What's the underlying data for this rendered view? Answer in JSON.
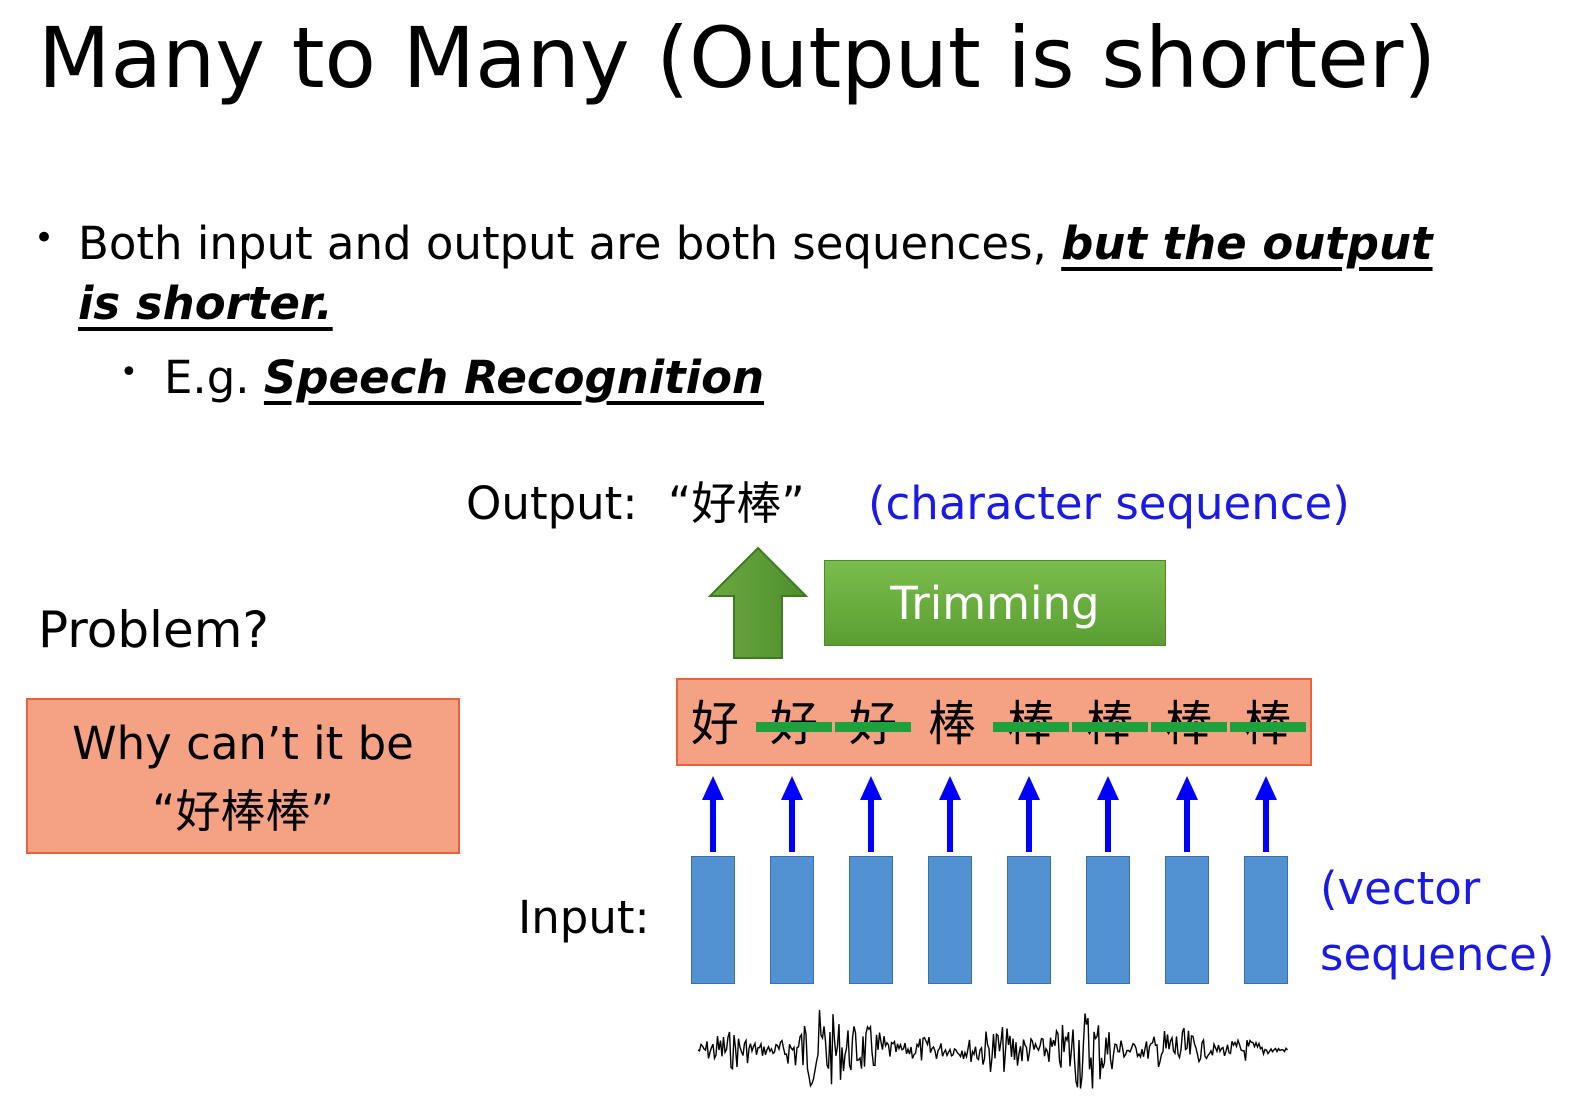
{
  "slide": {
    "title": "Many to Many (Output is shorter)",
    "bullet1": {
      "text": "Both input and output are both sequences, ",
      "emphasis": "but the output is shorter."
    },
    "bullet2": {
      "prefix": "E.g. ",
      "emphasis": "Speech Recognition"
    }
  },
  "problem": {
    "label": "Problem?",
    "box_line1": "Why can’t it be",
    "box_line2": "“好棒棒”"
  },
  "diagram": {
    "output_label": "Output:",
    "output_value": "“好棒”",
    "output_note": "(character sequence)",
    "trimming_label": "Trimming",
    "frame_chars": [
      {
        "char": "好",
        "struck": false
      },
      {
        "char": "好",
        "struck": true
      },
      {
        "char": "好",
        "struck": true
      },
      {
        "char": "棒",
        "struck": false
      },
      {
        "char": "棒",
        "struck": true
      },
      {
        "char": "棒",
        "struck": true
      },
      {
        "char": "棒",
        "struck": true
      },
      {
        "char": "棒",
        "struck": true
      }
    ],
    "input_label": "Input:",
    "vector_note_line1": "(vector",
    "vector_note_line2": "sequence)",
    "colors": {
      "box_fill": "#f4a184",
      "box_border": "#e8623c",
      "trim_green": "#5a9e33",
      "strike_green": "#1ea03c",
      "arrow_blue": "#0000ff",
      "vector_blue": "#5292d2",
      "note_blue": "#1a1ae6"
    }
  }
}
